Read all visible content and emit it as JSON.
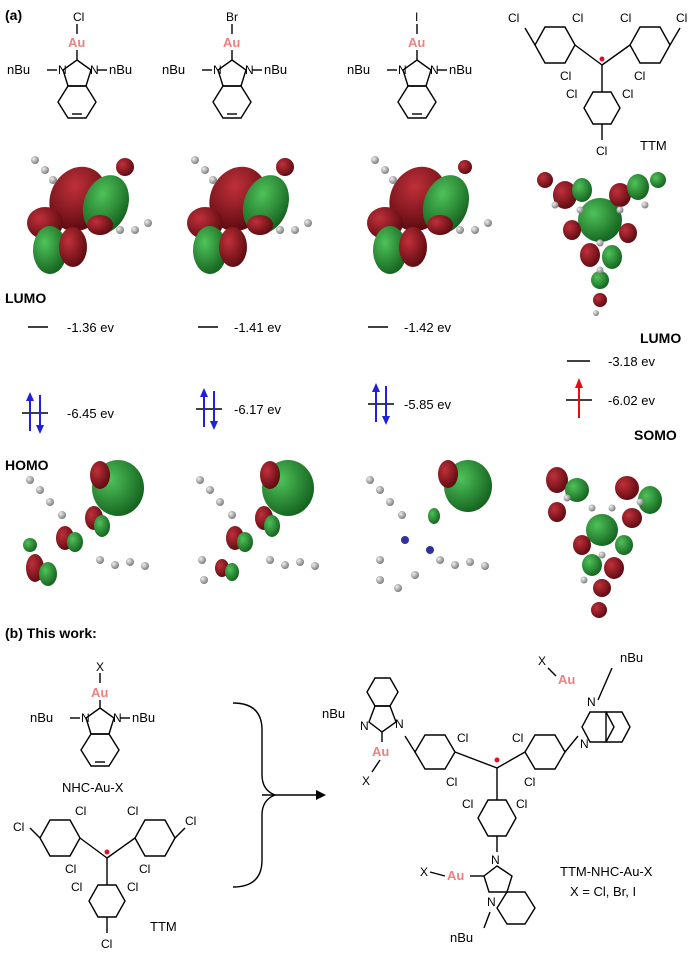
{
  "panel_a": {
    "label": "(a)",
    "complexes": [
      {
        "halide": "Cl",
        "metal": "Au",
        "sub_left": "nBu",
        "sub_right": "nBu",
        "lumo": "-1.36 ev",
        "homo": "-6.45 ev"
      },
      {
        "halide": "Br",
        "metal": "Au",
        "sub_left": "nBu",
        "sub_right": "nBu",
        "lumo": "-1.41 ev",
        "homo": "-6.17 ev"
      },
      {
        "halide": "I",
        "metal": "Au",
        "sub_left": "nBu",
        "sub_right": "nBu",
        "lumo": "-1.42 ev",
        "homo": "-5.85 ev"
      }
    ],
    "ttm": {
      "name": "TTM",
      "substituent": "Cl",
      "lumo": "-3.18 ev",
      "somo": "-6.02 ev"
    },
    "labels": {
      "lumo_left": "LUMO",
      "homo_left": "HOMO",
      "lumo_right": "LUMO",
      "somo_right": "SOMO"
    }
  },
  "panel_b": {
    "label": "(b) This work:",
    "reactant1": {
      "name": "NHC-Au-X",
      "halide": "X",
      "metal": "Au",
      "sub": "nBu"
    },
    "reactant2": {
      "name": "TTM",
      "substituent": "Cl"
    },
    "product": {
      "name": "TTM-NHC-Au-X",
      "condition": "X = Cl, Br, I",
      "halide": "X",
      "metal": "Au",
      "sub": "nBu",
      "substituent": "Cl"
    }
  },
  "colors": {
    "gold_label": "#f08080",
    "orbital_red": "#7a0f17",
    "orbital_green": "#1e8a2e",
    "spin_blue": "#1f1fe0",
    "spin_red": "#e01010",
    "radical": "#e0102a"
  }
}
